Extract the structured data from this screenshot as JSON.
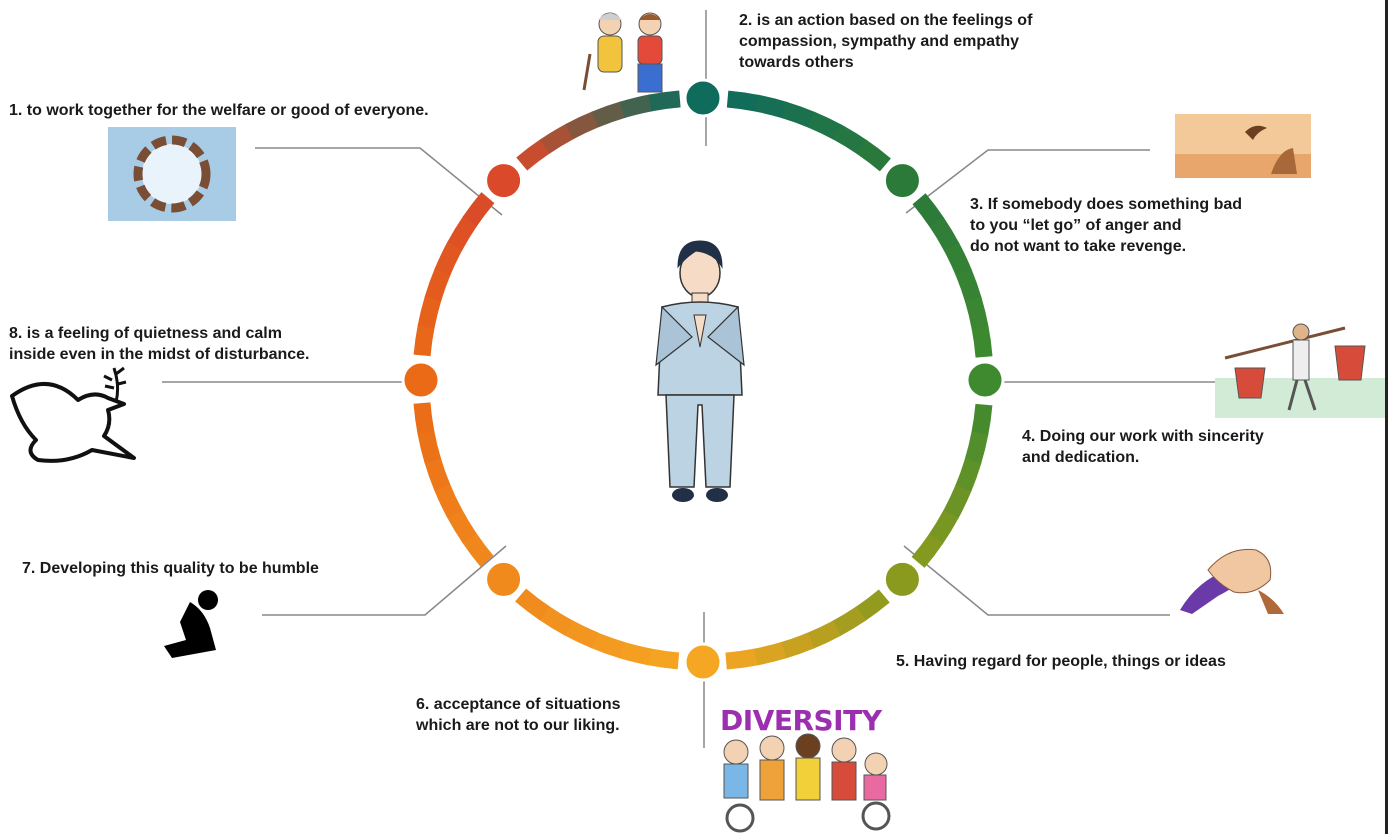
{
  "items": [
    {
      "text": "1. to work together for the welfare or good of everyone.",
      "dot_color": "#d9492a",
      "picture": "hands-circle-icon"
    },
    {
      "text": "2. is an action based on the feelings of\ncompassion, sympathy and empathy\ntowards others",
      "dot_color": "#0f6b5c",
      "picture": "helping-elderly-icon"
    },
    {
      "text": "3. If somebody does something bad\nto you “let go” of anger and\ndo not want to take revenge.",
      "dot_color": "#2b7a3a",
      "picture": "bird-release-icon"
    },
    {
      "text": "4. Doing our work with sincerity\nand dedication.",
      "dot_color": "#3f8a2f",
      "picture": "farmer-carrying-icon"
    },
    {
      "text": "5. Having regard for people, things or ideas",
      "dot_color": "#8a9a1e",
      "picture": "handshake-icon"
    },
    {
      "text": "6. acceptance of situations\nwhich are not to our liking.",
      "dot_color": "#f5a623",
      "picture": "diversity-group-icon"
    },
    {
      "text": "7. Developing this quality to be humble",
      "dot_color": "#f08a1c",
      "picture": "kneeling-person-icon"
    },
    {
      "text": "8. is a feeling of quietness and calm\n inside even in the midst of disturbance.",
      "dot_color": "#ea6a16",
      "picture": "peace-dove-icon"
    }
  ],
  "diversity_word": "DIVERSITY",
  "center_figure": "person-greeting-icon",
  "colors": {
    "ring_gradient": [
      "#d9492a",
      "#0f6b5c",
      "#2b7a3a",
      "#8a9a1e",
      "#f5a623",
      "#ea6a16"
    ],
    "suit": "#bcd3e3",
    "diversity": "#9b2fb0"
  }
}
